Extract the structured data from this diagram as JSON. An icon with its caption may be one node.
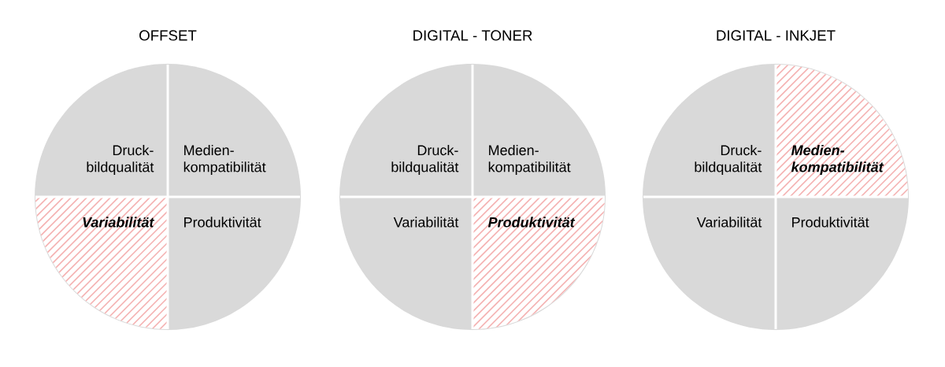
{
  "diagram": {
    "nodes": [
      {
        "text": [
          "OFFSET"
        ]
      },
      {
        "text": [
          "Druck- bildqualität"
        ],
        "in": 0
      },
      {
        "text": [
          "Medien- kompatibilität"
        ],
        "in": 0
      },
      {
        "text": [
          "**Variabilität**"
        ],
        "in": 0
      },
      {
        "text": [
          "Produktivität"
        ],
        "in": 0
      },
      {
        "text": [
          "DIGITAL - TONER"
        ]
      },
      {
        "text": [
          "Druck- bildqualität"
        ],
        "in": 5
      },
      {
        "text": [
          "Medien- kompatibilität"
        ],
        "in": 5
      },
      {
        "text": [
          "Variabilität"
        ],
        "in": 5
      },
      {
        "text": [
          "**Produktivität**"
        ],
        "in": 5
      },
      {
        "text": [
          "DIGITAL - INKJET"
        ]
      },
      {
        "text": [
          "Druck- bildqualität"
        ],
        "in": 10
      },
      {
        "text": [
          "**Medien- kompatibilität**"
        ],
        "in": 10
      },
      {
        "text": [
          "Variabilität"
        ],
        "in": 10
      },
      {
        "text": [
          "Produktivität"
        ],
        "in": 10
      }
    ]
  }
}
